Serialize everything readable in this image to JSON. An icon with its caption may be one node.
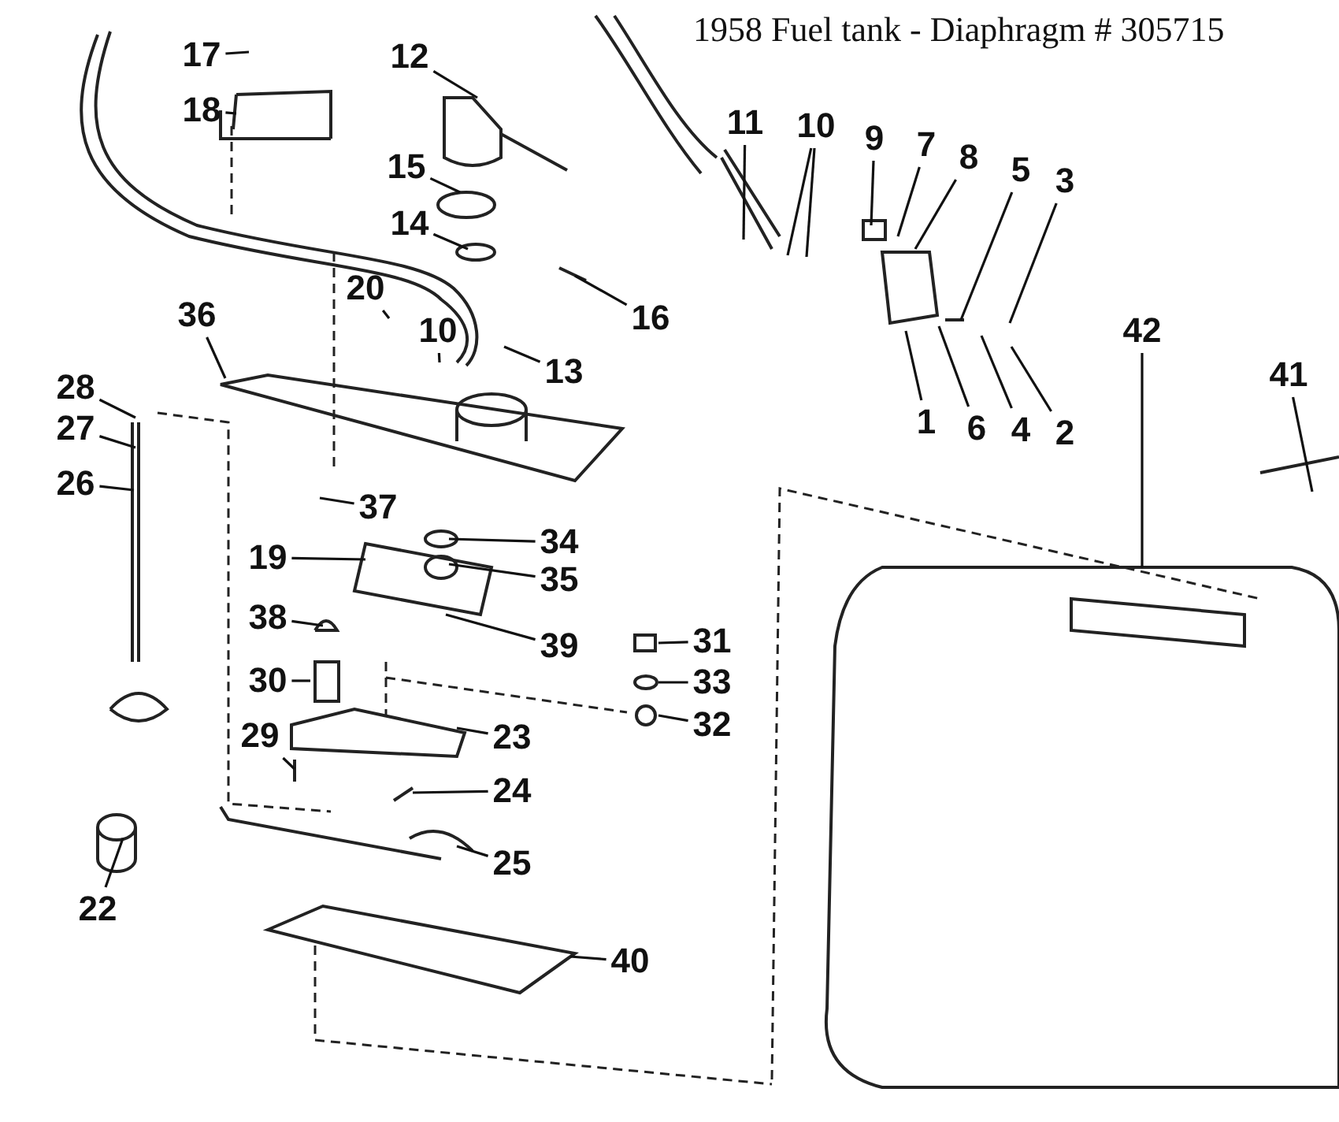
{
  "diagram": {
    "title": "1958 Fuel tank - Diaphragm # 305715",
    "nodes": [
      {
        "text": [
          "17"
        ]
      },
      {
        "text": [
          "18"
        ]
      },
      {
        "text": [
          "12"
        ]
      },
      {
        "text": [
          "15"
        ]
      },
      {
        "text": [
          "14"
        ]
      },
      {
        "text": [
          "16"
        ]
      },
      {
        "text": [
          "20"
        ]
      },
      {
        "text": [
          "10"
        ]
      },
      {
        "text": [
          "13"
        ]
      },
      {
        "text": [
          "36"
        ]
      },
      {
        "text": [
          "28"
        ]
      },
      {
        "text": [
          "27"
        ]
      },
      {
        "text": [
          "26"
        ]
      },
      {
        "text": [
          "37"
        ]
      },
      {
        "text": [
          "34"
        ]
      },
      {
        "text": [
          "35"
        ]
      },
      {
        "text": [
          "19"
        ]
      },
      {
        "text": [
          "38"
        ]
      },
      {
        "text": [
          "39"
        ]
      },
      {
        "text": [
          "30"
        ]
      },
      {
        "text": [
          "29"
        ]
      },
      {
        "text": [
          "23"
        ]
      },
      {
        "text": [
          "24"
        ]
      },
      {
        "text": [
          "25"
        ]
      },
      {
        "text": [
          "22"
        ]
      },
      {
        "text": [
          "40"
        ]
      },
      {
        "text": [
          "11"
        ]
      },
      {
        "text": [
          "10"
        ]
      },
      {
        "text": [
          "9"
        ]
      },
      {
        "text": [
          "7"
        ]
      },
      {
        "text": [
          "8"
        ]
      },
      {
        "text": [
          "5"
        ]
      },
      {
        "text": [
          "3"
        ]
      },
      {
        "text": [
          "1"
        ]
      },
      {
        "text": [
          "6"
        ]
      },
      {
        "text": [
          "4"
        ]
      },
      {
        "text": [
          "2"
        ]
      },
      {
        "text": [
          "42"
        ]
      },
      {
        "text": [
          "41"
        ]
      },
      {
        "text": [
          "31"
        ]
      },
      {
        "text": [
          "33"
        ]
      },
      {
        "text": [
          "32"
        ]
      }
    ],
    "edges": [
      {
        "from": 0,
        "to": null,
        "arrow": "none"
      },
      {
        "from": 1,
        "to": null,
        "arrow": "none"
      },
      {
        "from": 2,
        "to": null,
        "arrow": "none"
      },
      {
        "from": 3,
        "to": null,
        "arrow": "none"
      },
      {
        "from": 4,
        "to": null,
        "arrow": "none"
      },
      {
        "from": 5,
        "to": null,
        "arrow": "none"
      },
      {
        "from": 6,
        "to": null,
        "arrow": "none"
      },
      {
        "from": 7,
        "to": null,
        "arrow": "none"
      },
      {
        "from": 8,
        "to": null,
        "arrow": "none"
      },
      {
        "from": 9,
        "to": null,
        "arrow": "none"
      },
      {
        "from": 10,
        "to": null,
        "arrow": "none"
      },
      {
        "from": 11,
        "to": null,
        "arrow": "none"
      },
      {
        "from": 12,
        "to": null,
        "arrow": "none"
      },
      {
        "from": 13,
        "to": null,
        "arrow": "none"
      },
      {
        "from": 14,
        "to": null,
        "arrow": "none"
      },
      {
        "from": 15,
        "to": null,
        "arrow": "none"
      },
      {
        "from": 16,
        "to": null,
        "arrow": "none"
      },
      {
        "from": 17,
        "to": null,
        "arrow": "none"
      },
      {
        "from": 18,
        "to": null,
        "arrow": "none"
      },
      {
        "from": 19,
        "to": null,
        "arrow": "none"
      },
      {
        "from": 20,
        "to": null,
        "arrow": "none"
      },
      {
        "from": 21,
        "to": null,
        "arrow": "none"
      },
      {
        "from": 22,
        "to": null,
        "arrow": "none"
      },
      {
        "from": 23,
        "to": null,
        "arrow": "none"
      },
      {
        "from": 24,
        "to": null,
        "arrow": "none"
      },
      {
        "from": 25,
        "to": null,
        "arrow": "none"
      },
      {
        "from": 26,
        "to": null,
        "arrow": "none"
      },
      {
        "from": 27,
        "to": null,
        "arrow": "none"
      },
      {
        "from": 27,
        "to": null,
        "arrow": "none"
      },
      {
        "from": 28,
        "to": null,
        "arrow": "none"
      },
      {
        "from": 29,
        "to": null,
        "arrow": "none"
      },
      {
        "from": 30,
        "to": null,
        "arrow": "none"
      },
      {
        "from": 31,
        "to": null,
        "arrow": "none"
      },
      {
        "from": 32,
        "to": null,
        "arrow": "none"
      },
      {
        "from": 33,
        "to": null,
        "arrow": "none"
      },
      {
        "from": 34,
        "to": null,
        "arrow": "none"
      },
      {
        "from": 35,
        "to": null,
        "arrow": "none"
      },
      {
        "from": 36,
        "to": null,
        "arrow": "none"
      },
      {
        "from": 37,
        "to": null,
        "arrow": "none"
      },
      {
        "from": 38,
        "to": null,
        "arrow": "none"
      },
      {
        "from": 39,
        "to": null,
        "arrow": "none"
      },
      {
        "from": 40,
        "to": null,
        "arrow": "none"
      },
      {
        "from": 41,
        "to": null,
        "arrow": "none"
      }
    ]
  }
}
